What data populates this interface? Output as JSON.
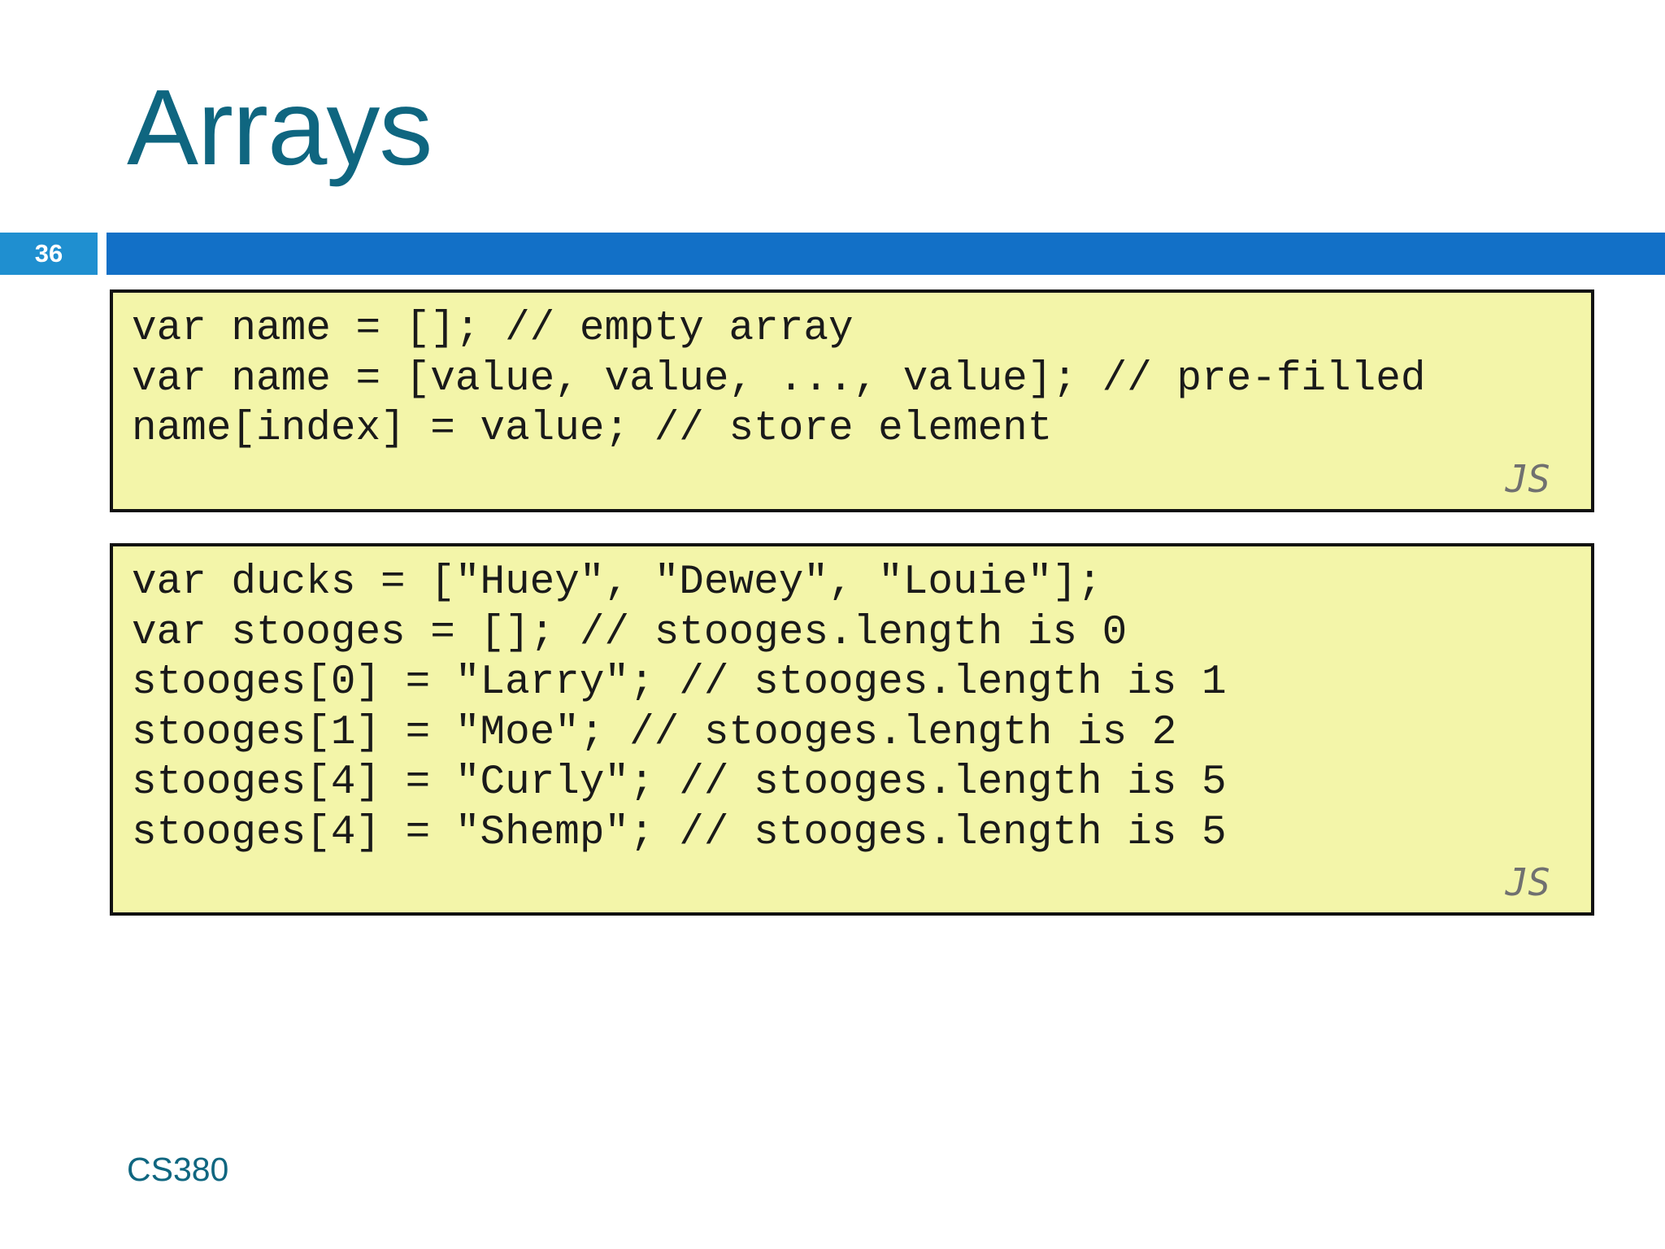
{
  "slide": {
    "title": "Arrays",
    "number": "36",
    "footer": "CS380"
  },
  "code_blocks": [
    {
      "lines": [
        "var name = []; // empty array",
        "var name = [value, value, ..., value]; // pre-filled",
        "name[index] = value; // store element"
      ],
      "language_label": "JS"
    },
    {
      "lines": [
        "var ducks = [\"Huey\", \"Dewey\", \"Louie\"];",
        "var stooges = []; // stooges.length is 0",
        "stooges[0] = \"Larry\"; // stooges.length is 1",
        "stooges[1] = \"Moe\"; // stooges.length is 2",
        "stooges[4] = \"Curly\"; // stooges.length is 5",
        "stooges[4] = \"Shemp\"; // stooges.length is 5"
      ],
      "language_label": "JS"
    }
  ],
  "colors": {
    "title": "#0f6680",
    "header_bar": "#1270c7",
    "slide_number_bg": "#1f8fd0",
    "code_bg": "#f3f5a9",
    "code_border": "#111111"
  }
}
